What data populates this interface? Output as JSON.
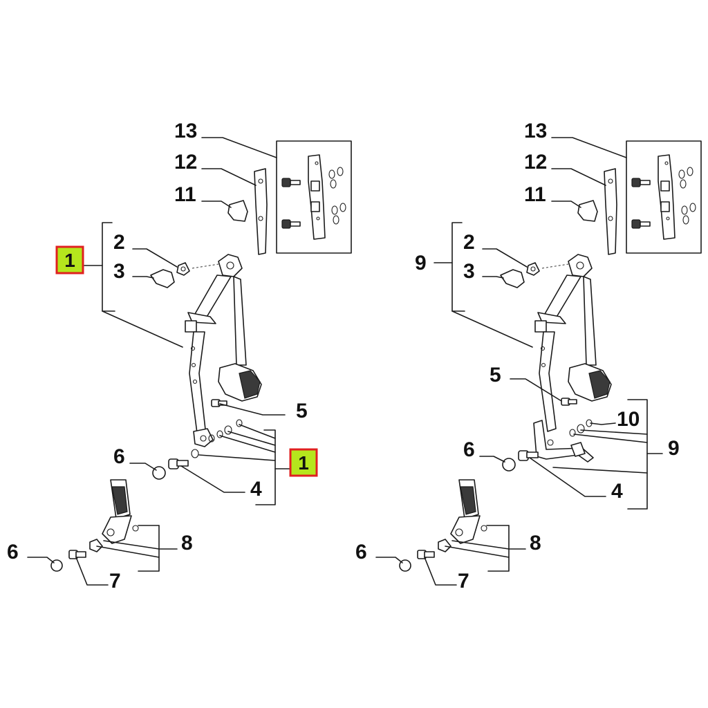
{
  "left_diagram": {
    "callouts": {
      "c13": "13",
      "c12": "12",
      "c11": "11",
      "c2": "2",
      "c3": "3",
      "c5": "5",
      "c4": "4",
      "c6a": "6",
      "c6b": "6",
      "c7": "7",
      "c8": "8"
    },
    "highlights": {
      "h1a": "1",
      "h1b": "1"
    }
  },
  "right_diagram": {
    "callouts": {
      "c13": "13",
      "c12": "12",
      "c11": "11",
      "c9a": "9",
      "c2": "2",
      "c3": "3",
      "c5": "5",
      "c10": "10",
      "c9b": "9",
      "c6a": "6",
      "c4": "4",
      "c6b": "6",
      "c7": "7",
      "c8": "8"
    }
  },
  "colors": {
    "highlight_fill": "#b5e61d",
    "highlight_border": "#e02020",
    "line": "#1a1a1a"
  }
}
